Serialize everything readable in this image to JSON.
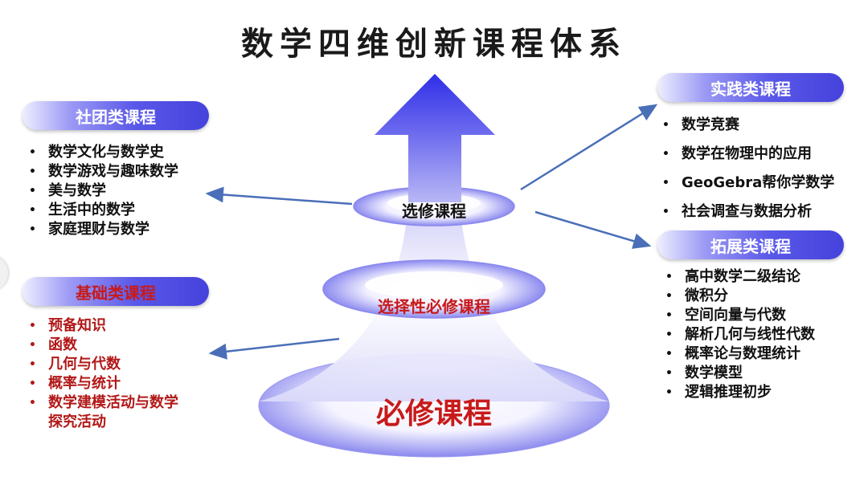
{
  "title": "数学四维创新课程体系",
  "stages": {
    "elective": "选修课程",
    "selective_required": "选择性必修课程",
    "required": "必修课程"
  },
  "club": {
    "heading": "社团类课程",
    "items": [
      "数学文化与数学史",
      "数学游戏与趣味数学",
      "美与数学",
      "生活中的数学",
      "家庭理财与数学"
    ]
  },
  "foundation": {
    "heading": "基础类课程",
    "items": [
      "预备知识",
      "函数",
      "几何与代数",
      "概率与统计",
      "数学建模活动与数学",
      "探究活动"
    ]
  },
  "practice": {
    "heading": "实践类课程",
    "items": [
      "数学竞赛",
      "数学在物理中的应用",
      "GeoGebra帮你学数学",
      "社会调查与数据分析"
    ]
  },
  "extension": {
    "heading": "拓展类课程",
    "items": [
      "高中数学二级结论",
      "微积分",
      "空间向量与代数",
      "解析几何与线性代数",
      "概率论与数理统计",
      "数学模型",
      "逻辑推理初步"
    ]
  },
  "colors": {
    "accent": "#4542dc",
    "arrow_dark": "#2f2fe0",
    "red": "#c81a1a",
    "connector": "#4a6fb8"
  }
}
